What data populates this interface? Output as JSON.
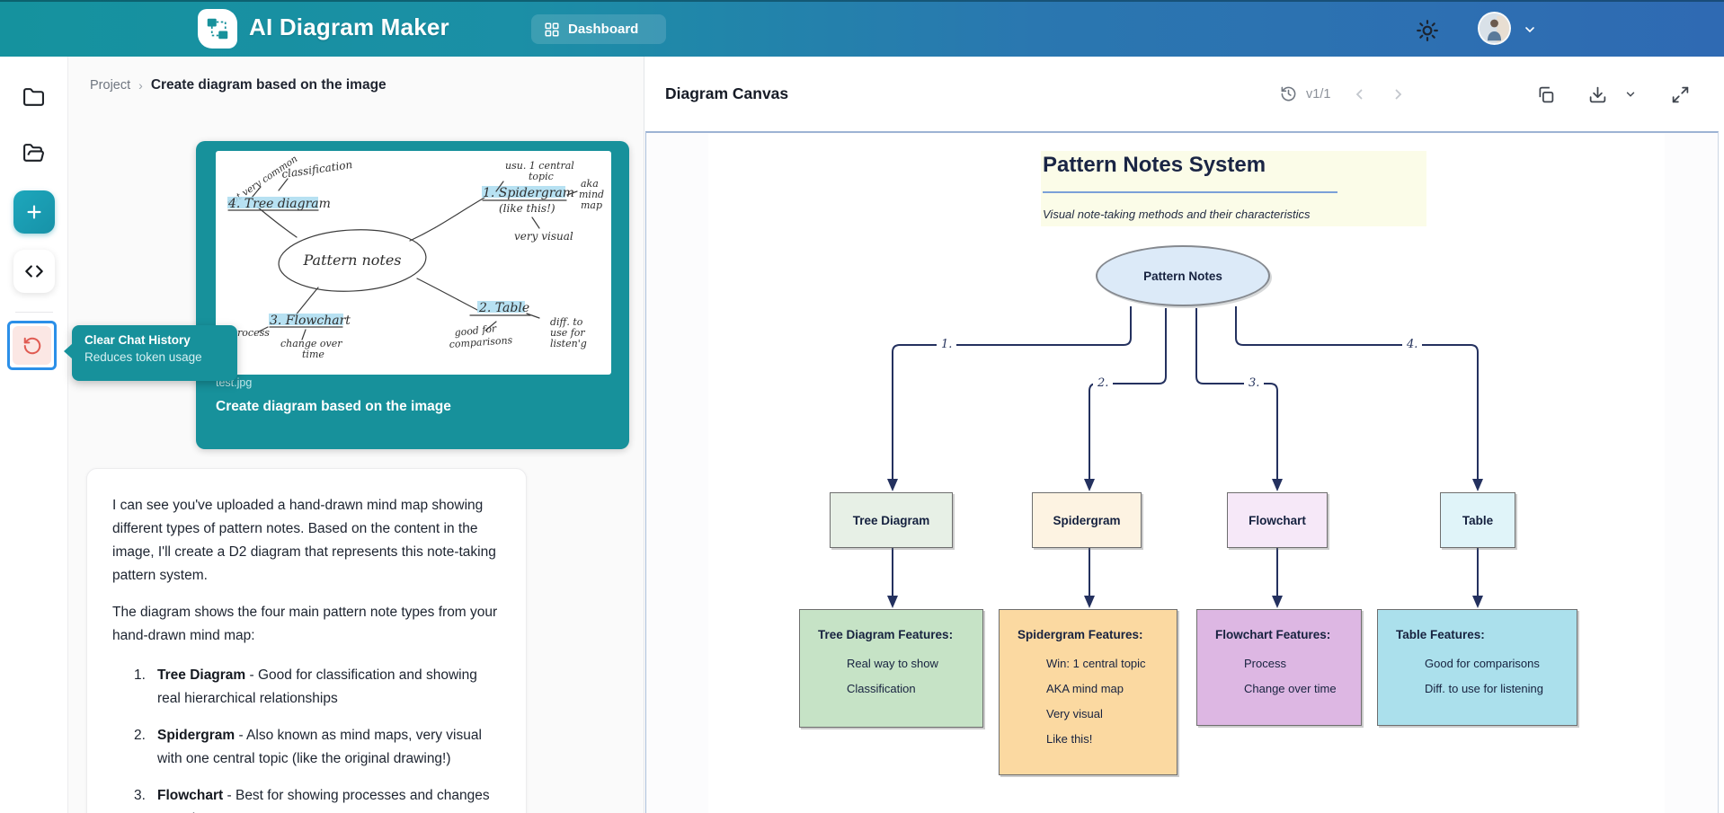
{
  "header": {
    "brand": "AI Diagram Maker",
    "nav_dashboard": "Dashboard"
  },
  "sidebar": {
    "tooltip_title": "Clear Chat History",
    "tooltip_subtitle": "Reduces token usage"
  },
  "breadcrumb": {
    "project": "Project",
    "separator": "›",
    "current": "Create diagram based on the image"
  },
  "upload": {
    "filename": "test.jpg",
    "caption": "Create diagram based on the image"
  },
  "sketch": {
    "center": "Pattern notes",
    "tr_title": "1. Spidergram",
    "tr_like": "(like this!)",
    "tr_top1": "usu. 1 central",
    "tr_top2": "topic",
    "tr_right1": "aka",
    "tr_right2": "mind",
    "tr_right3": "map",
    "tr_below": "very visual",
    "tl_note": "not very common",
    "tl_class": "classification",
    "tl_title": "4. Tree diagram",
    "bl_title": "3. Flowchart",
    "bl_process": "process",
    "bl_change1": "change over",
    "bl_change2": "time",
    "br_title": "2. Table",
    "br_good1": "good for",
    "br_good2": "comparisons",
    "br_diff1": "diff. to",
    "br_diff2": "use for",
    "br_diff3": "listen'g"
  },
  "chat": {
    "p1": "I can see you've uploaded a hand-drawn mind map showing different types of pattern notes. Based on the content in the image, I'll create a D2 diagram that represents this note-taking pattern system.",
    "p2": "The diagram shows the four main pattern note types from your hand-drawn mind map:",
    "items": [
      {
        "num": "1.",
        "term": "Tree Diagram",
        "rest": " - Good for classification and showing real hierarchical relationships"
      },
      {
        "num": "2.",
        "term": "Spidergram",
        "rest": " - Also known as mind maps, very visual with one central topic (like the original drawing!)"
      },
      {
        "num": "3.",
        "term": "Flowchart",
        "rest": " - Best for showing processes and changes over time"
      }
    ]
  },
  "canvas": {
    "title": "Diagram Canvas",
    "version": "v1/1"
  },
  "diagram": {
    "title": "Pattern Notes System",
    "subtitle": "Visual note-taking methods and their characteristics",
    "root": "Pattern Notes",
    "edge_labels": [
      "1.",
      "2.",
      "3.",
      "4."
    ],
    "nodes": [
      {
        "label": "Tree Diagram",
        "fill": "#e7f0e6",
        "features_fill": "#c6e3c6",
        "features_title": "Tree Diagram Features:",
        "items": [
          "Real way to show",
          "Classification"
        ]
      },
      {
        "label": "Spidergram",
        "fill": "#fdf3e2",
        "features_fill": "#fbd9a1",
        "features_title": "Spidergram Features:",
        "items": [
          "Win: 1 central topic",
          "AKA mind map",
          "Very visual",
          "Like this!"
        ]
      },
      {
        "label": "Flowchart",
        "fill": "#f6e8f8",
        "features_fill": "#ddb7e3",
        "features_title": "Flowchart Features:",
        "items": [
          "Process",
          "Change over time"
        ]
      },
      {
        "label": "Table",
        "fill": "#e0f4f9",
        "features_fill": "#abe0ec",
        "features_title": "Table Features:",
        "items": [
          "Good for comparisons",
          "Diff. to use for listening"
        ]
      }
    ]
  },
  "colors": {
    "accent_teal": "#17919b",
    "header_gradient_left": "#15929e",
    "header_gradient_right": "#2f6ab3",
    "connector_navy": "#24315f",
    "tooltip_teal": "#17919b",
    "undo_red": "#e05b52",
    "highlight_cyan": "#aadcf0",
    "title_block_yellow": "#fbfce8"
  }
}
